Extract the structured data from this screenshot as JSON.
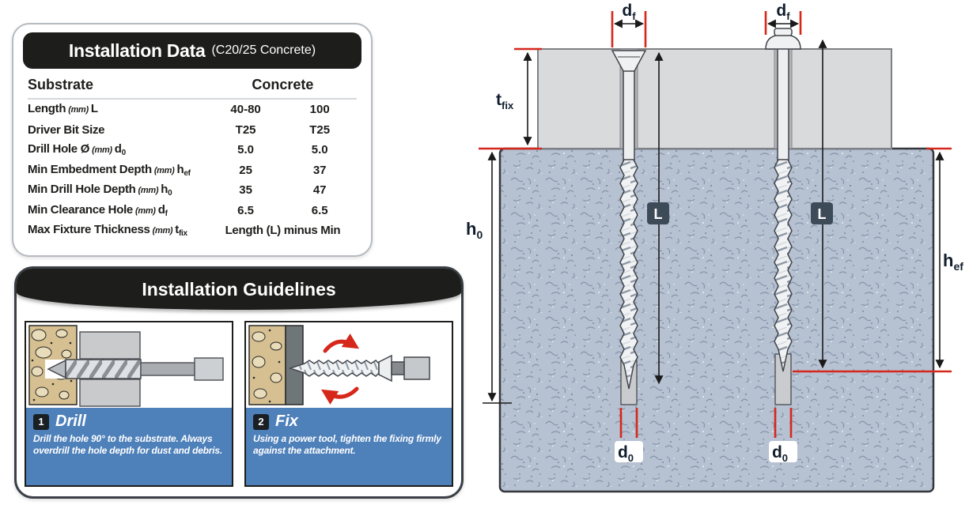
{
  "installation_data": {
    "title": "Installation Data",
    "subtitle": "(C20/25 Concrete)",
    "col_substrate": "Substrate",
    "col_concrete": "Concrete",
    "rows": [
      {
        "label": "Length",
        "unit": "(mm)",
        "sym": "L",
        "sub": "",
        "v1": "40-80",
        "v2": "100"
      },
      {
        "label": "Driver Bit Size",
        "unit": "",
        "sym": "",
        "sub": "",
        "v1": "T25",
        "v2": "T25"
      },
      {
        "label": "Drill Hole Ø",
        "unit": "(mm)",
        "sym": "d",
        "sub": "0",
        "v1": "5.0",
        "v2": "5.0"
      },
      {
        "label": "Min Embedment Depth",
        "unit": "(mm)",
        "sym": "h",
        "sub": "ef",
        "v1": "25",
        "v2": "37"
      },
      {
        "label": "Min Drill Hole Depth",
        "unit": "(mm)",
        "sym": "h",
        "sub": "0",
        "v1": "35",
        "v2": "47"
      },
      {
        "label": "Min Clearance Hole",
        "unit": "(mm)",
        "sym": "d",
        "sub": "f",
        "v1": "6.5",
        "v2": "6.5"
      },
      {
        "label": "Max Fixture Thickness",
        "unit": "(mm)",
        "sym": "t",
        "sub": "fix",
        "v_span": "Length (L) minus Min"
      }
    ]
  },
  "guidelines": {
    "title": "Installation Guidelines",
    "steps": [
      {
        "num": "1",
        "title": "Drill",
        "desc": "Drill the hole 90° to the substrate. Always overdrill the hole depth for dust and debris."
      },
      {
        "num": "2",
        "title": "Fix",
        "desc": "Using a power tool, tighten the fixing firmly against the attachment."
      }
    ]
  },
  "diagram": {
    "labels": {
      "df": {
        "base": "d",
        "sub": "f"
      },
      "tfix": {
        "base": "t",
        "sub": "fix"
      },
      "h0": {
        "base": "h",
        "sub": "0"
      },
      "L": "L",
      "hef": {
        "base": "h",
        "sub": "ef"
      },
      "d0": {
        "base": "d",
        "sub": "0"
      }
    },
    "colors": {
      "accent_red": "#d5281b",
      "panel_dark": "#1d1d1b",
      "step_blue": "#4e80ba",
      "concrete_blue_gray": "#b6c1d1",
      "fixture_gray": "#d9dadc",
      "aggregate_tan": "#d6c091"
    }
  }
}
